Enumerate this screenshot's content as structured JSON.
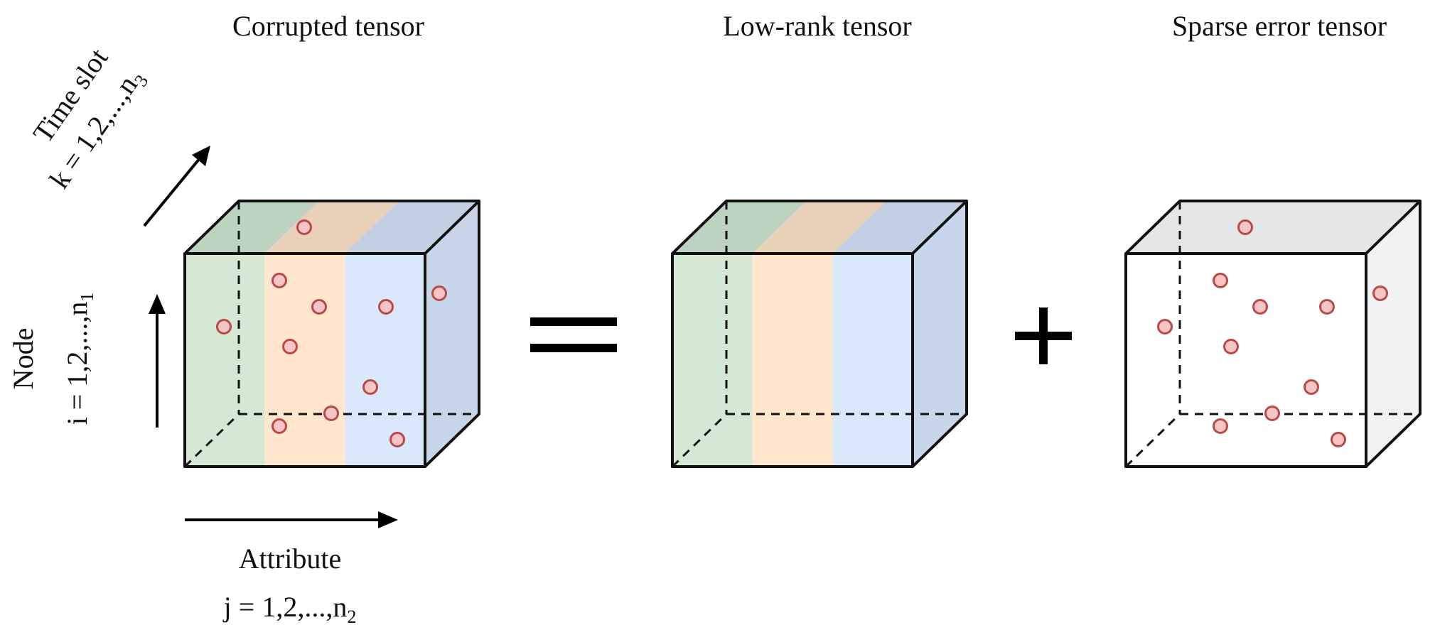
{
  "tensors": [
    {
      "key": "corrupted",
      "title": "Corrupted tensor",
      "colored": true,
      "has_errors": true
    },
    {
      "key": "lowrank",
      "title": "Low-rank tensor",
      "colored": true,
      "has_errors": false
    },
    {
      "key": "sparse",
      "title": "Sparse error tensor",
      "colored": false,
      "has_errors": true
    }
  ],
  "slice_colors": {
    "front": [
      "#d5e8d4",
      "#ffe6cc",
      "#dae8fc"
    ],
    "top": [
      "#bcd3c0",
      "#e8d0b9",
      "#c3d0e3"
    ],
    "side": "#c8d6ea",
    "plain_top": "#e6e6e6",
    "plain_side": "#f2f2f2",
    "error_fill": "#f6c6c6",
    "error_stroke": "#b84a4a"
  },
  "operators": {
    "equals": "=",
    "plus": "+"
  },
  "axes": {
    "time_slot": {
      "label": "Time slot",
      "index_prefix": "k = 1,2,...,n",
      "index_sub": "3"
    },
    "node": {
      "label": "Node",
      "index_prefix": "i = 1,2,...,n",
      "index_sub": "1"
    },
    "attribute": {
      "label": "Attribute",
      "index_prefix": "j = 1,2,...,n",
      "index_sub": "2"
    }
  }
}
